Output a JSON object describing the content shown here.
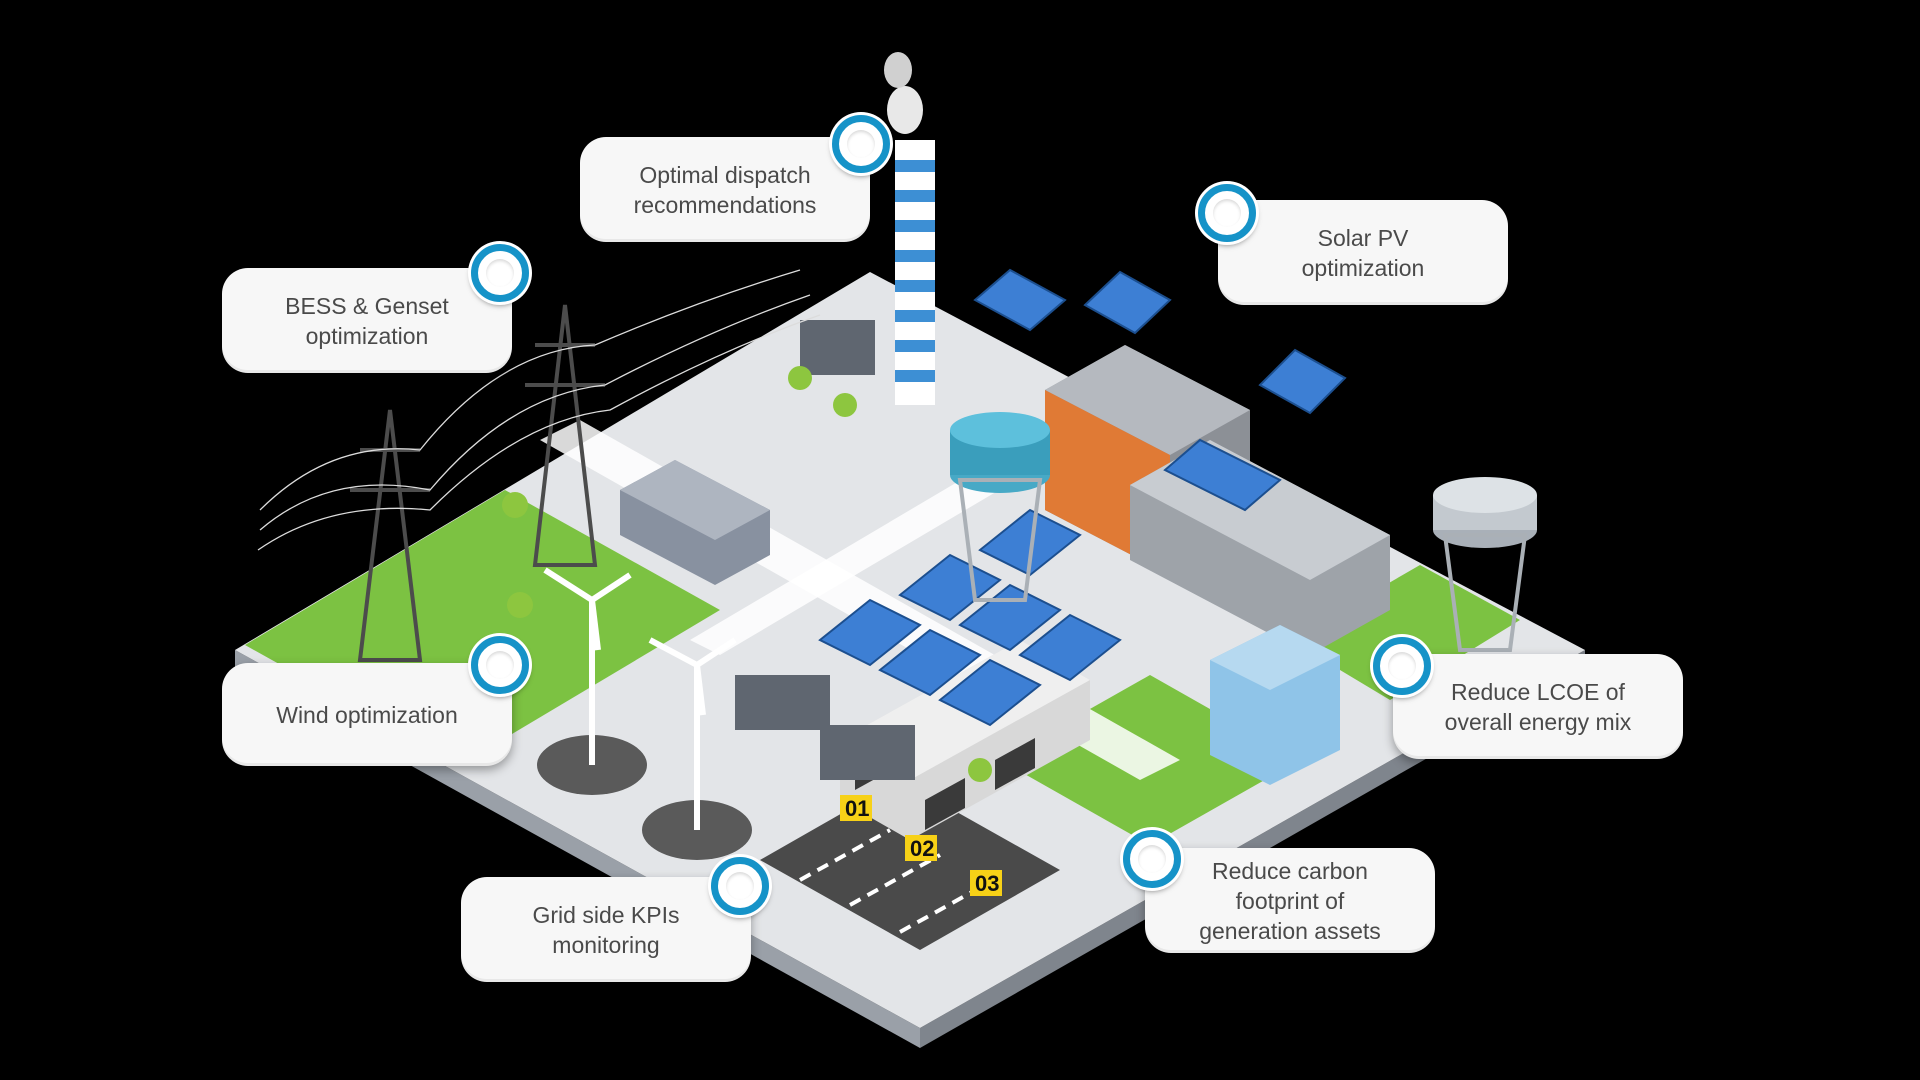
{
  "callouts": {
    "dispatch": "Optimal dispatch\nrecommendations",
    "solar": "Solar PV\noptimization",
    "bess": "BESS & Genset\noptimization",
    "wind": "Wind optimization",
    "lcoe": "Reduce LCOE of\noverall energy mix",
    "grid": "Grid side KPIs\nmonitoring",
    "carbon": "Reduce carbon\nfootprint of\ngeneration assets"
  },
  "bays": [
    "01",
    "02",
    "03"
  ],
  "colors": {
    "background": "#000000",
    "callout_bg": "#f7f7f7",
    "callout_text": "#4a4a4a",
    "marker_ring": "#1693c8",
    "grass": "#7cc242",
    "ground": "#e3e5e8",
    "panel": "#3d7fd4",
    "bay_sign": "#f7d117"
  }
}
